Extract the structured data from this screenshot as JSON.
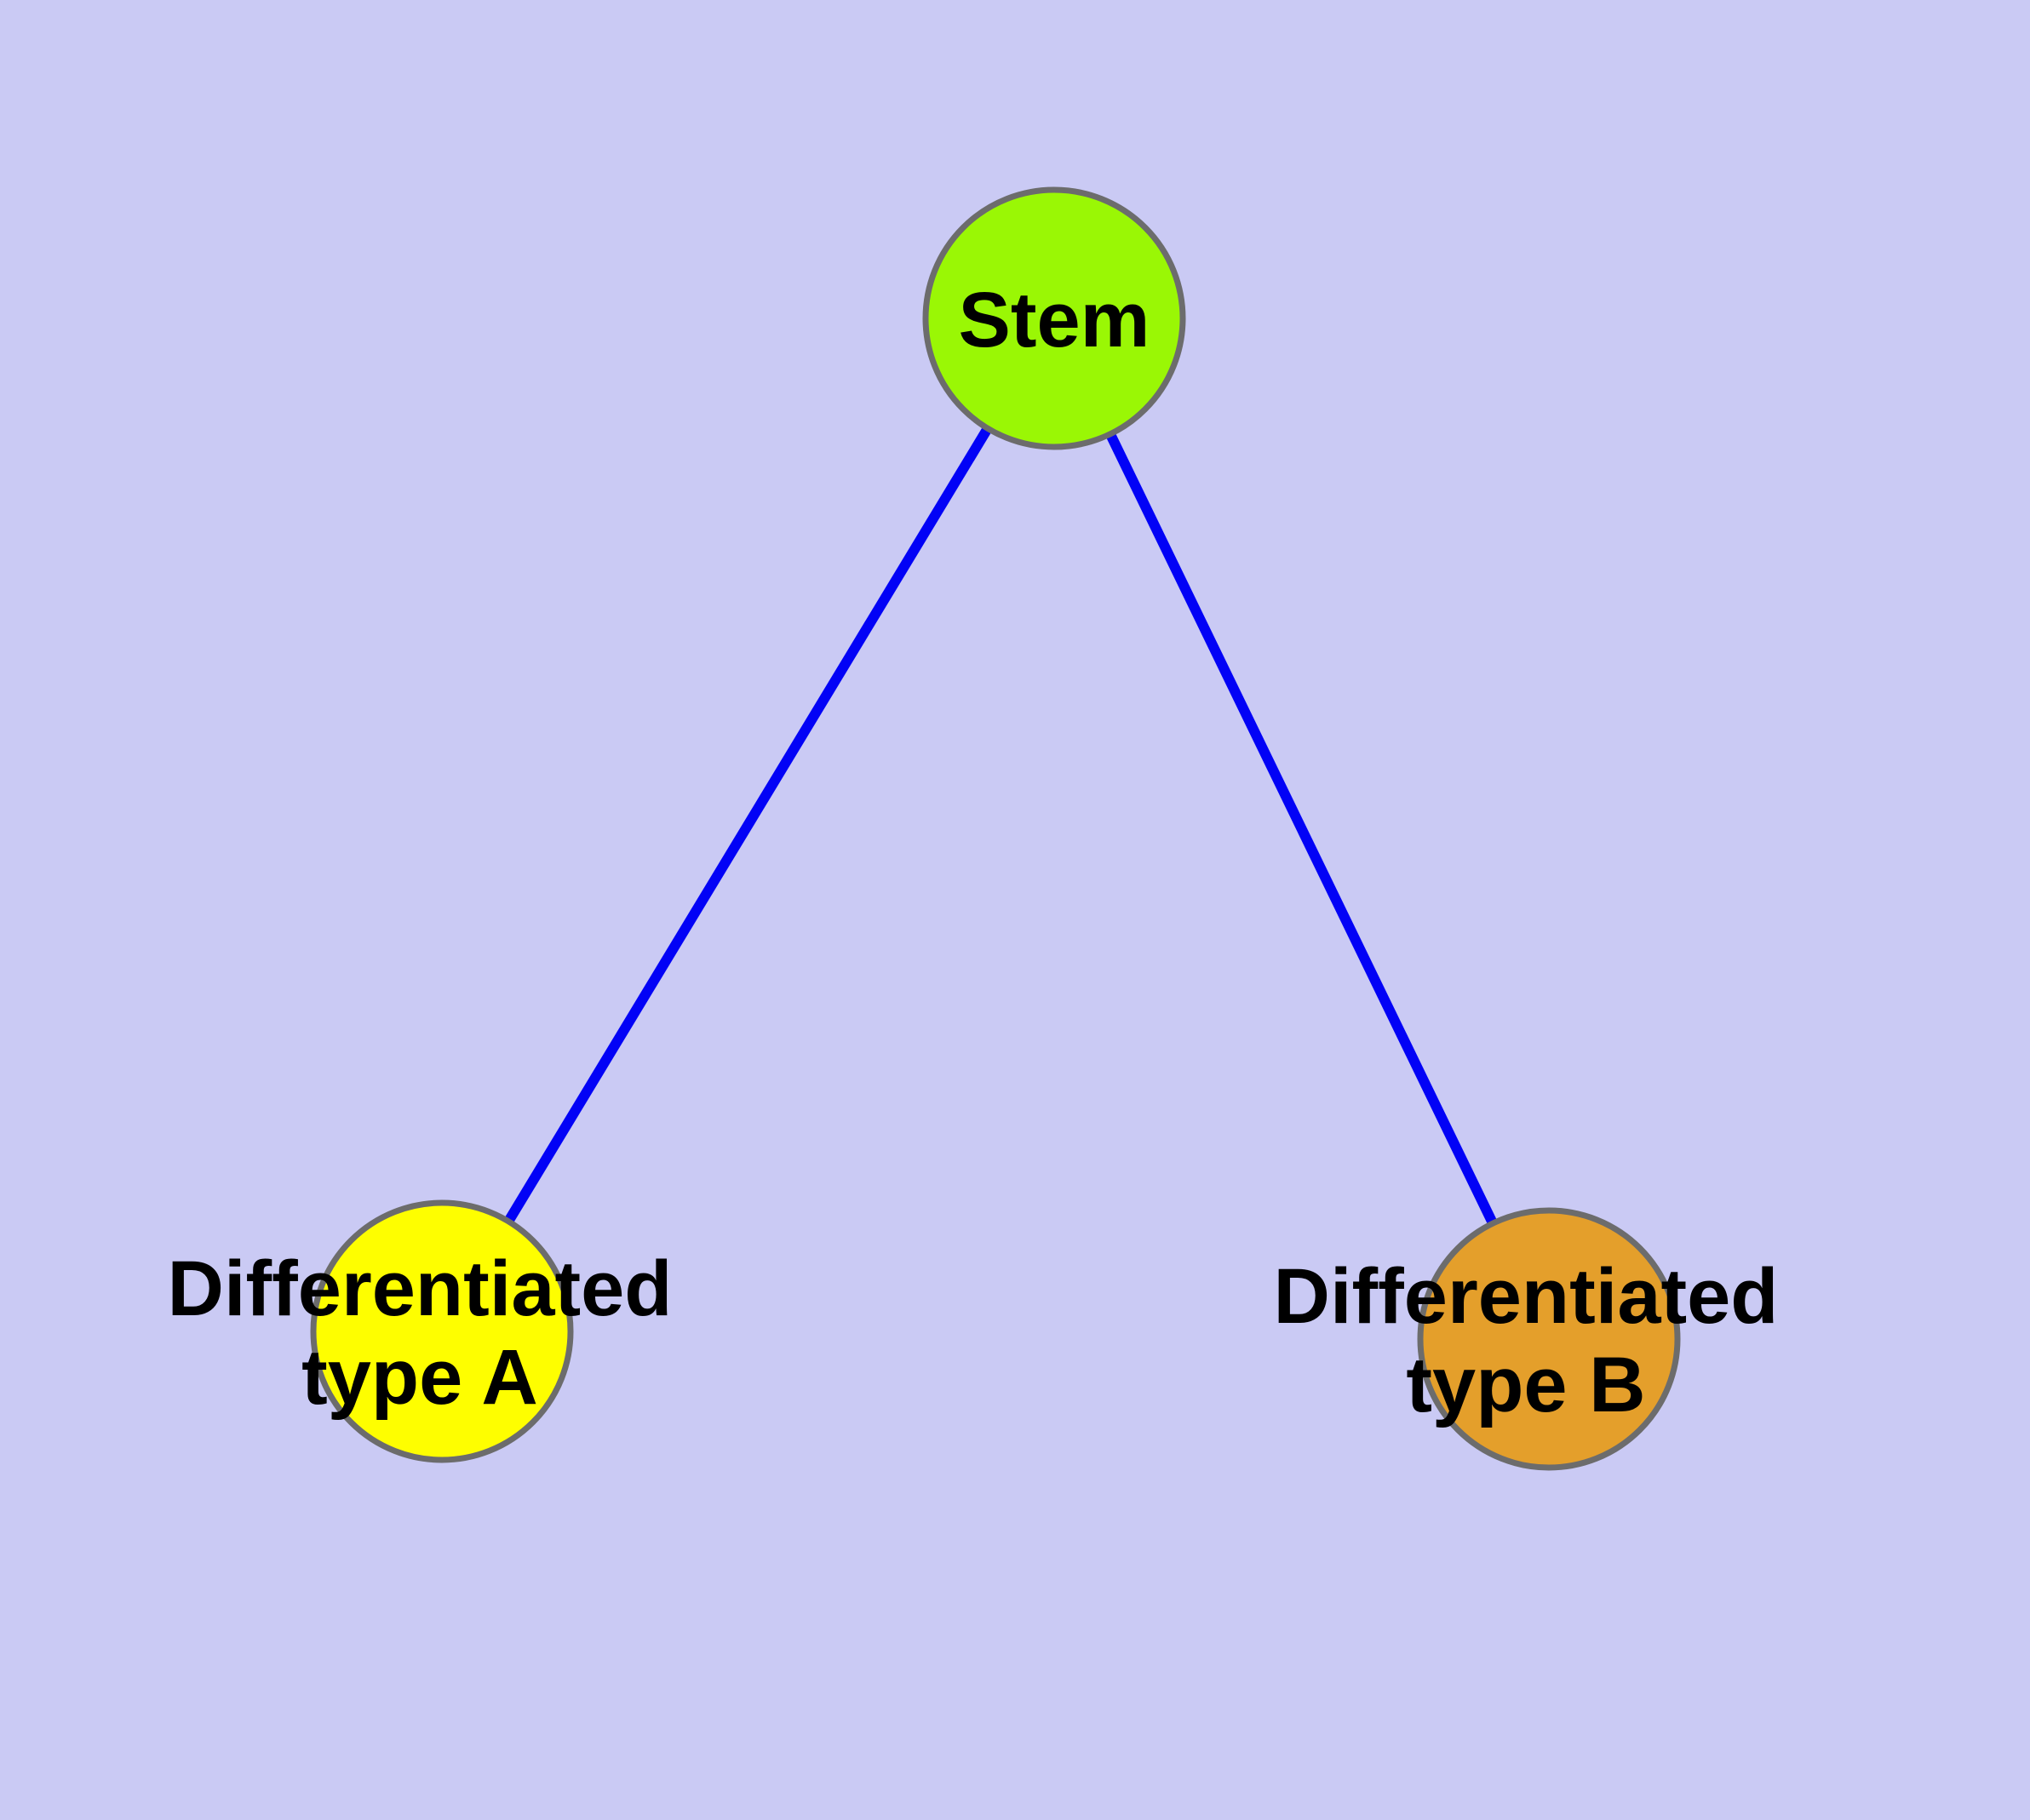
{
  "canvas": {
    "background": "#CACAF4"
  },
  "diagram": {
    "type": "node-link-graph",
    "description_colors": {
      "node_border": "#6C6C6C",
      "edge_blue": "#0202F6",
      "label_text": "#000000"
    }
  },
  "nodes": [
    {
      "id": "stem",
      "label": "Stem",
      "color": "#9AF705",
      "border_color": "#6C6C6C"
    },
    {
      "id": "differentiated-type-a",
      "label_line1": "Differentiated",
      "label_line2": "type A",
      "color": "#FEFE00",
      "border_color": "#6C6C6C"
    },
    {
      "id": "differentiated-type-b",
      "label_line1": "Differentiated",
      "label_line2": "type B",
      "color": "#E49F2B",
      "border_color": "#6C6C6C"
    }
  ],
  "edges": [
    {
      "from": "stem",
      "to": "differentiated-type-a",
      "color": "#0202F6"
    },
    {
      "from": "stem",
      "to": "differentiated-type-b",
      "color": "#0202F6"
    }
  ]
}
